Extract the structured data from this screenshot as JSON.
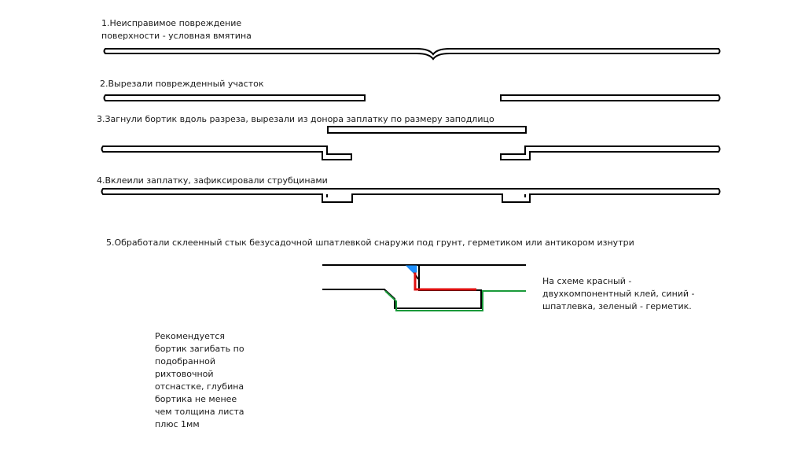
{
  "steps": [
    {
      "label_line1": "1.Неисправимое повреждение",
      "label_line2": "поверхности - условная вмятина"
    },
    {
      "label": "2.Вырезали поврежденный участок"
    },
    {
      "label": "3.Загнули бортик вдоль разреза, вырезали из донора заплатку по размеру заподлицо"
    },
    {
      "label": "4.Вклеили заплатку, зафиксировали струбцинами"
    },
    {
      "label": "5.Обработали склеенный стык безусадочной шпатлевкой снаружи под грунт, герметиком или антикором изнутри"
    }
  ],
  "legend": {
    "line1": "На схеме красный -",
    "line2": "двухкомпонентный клей, синий -",
    "line3": "шпатлевка, зеленый - герметик."
  },
  "recommendation": {
    "lines": [
      "Рекомендуется",
      "бортик загибать по",
      "подобранной",
      "рихтовочной",
      "отснастке, глубина",
      "бортика не менее",
      "чем толщина листа",
      "плюс 1мм"
    ]
  },
  "colors": {
    "line": "#000000",
    "glue": "#e01010",
    "putty": "#1e90ff",
    "sealant": "#1a9a3a"
  }
}
